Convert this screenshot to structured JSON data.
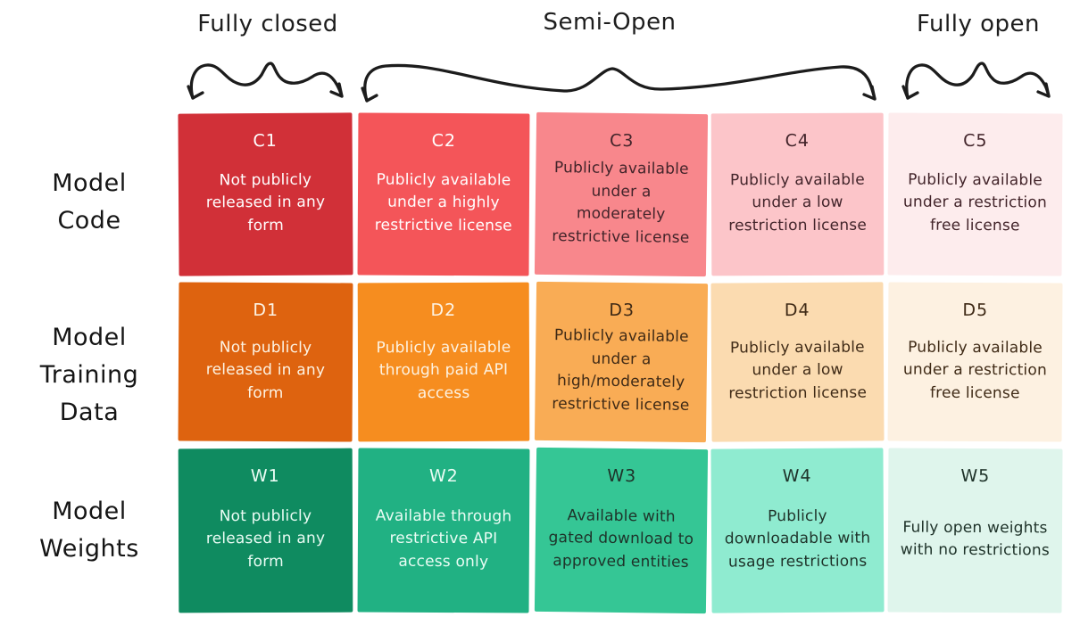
{
  "header": {
    "groups": [
      {
        "id": "fully-closed",
        "label": "Fully closed"
      },
      {
        "id": "semi-open",
        "label": "Semi-Open"
      },
      {
        "id": "fully-open",
        "label": "Fully open"
      }
    ]
  },
  "rows": [
    {
      "label": "Model Code",
      "cells": [
        {
          "code": "C1",
          "text": "Not publicly released in any form",
          "bg": "#D13038",
          "fg": "#FFFFFF"
        },
        {
          "code": "C2",
          "text": "Publicly available under a highly restrictive license",
          "bg": "#F45559",
          "fg": "#FFFFFF"
        },
        {
          "code": "C3",
          "text": "Publicly available under a moderately restrictive license",
          "bg": "#F8878C",
          "fg": "#42242A"
        },
        {
          "code": "C4",
          "text": "Publicly available under a low restriction license",
          "bg": "#FCC5C9",
          "fg": "#42242A"
        },
        {
          "code": "C5",
          "text": "Publicly available under a restriction free license",
          "bg": "#FDECED",
          "fg": "#42242A"
        }
      ]
    },
    {
      "label": "Model Training Data",
      "cells": [
        {
          "code": "D1",
          "text": "Not publicly released in any form",
          "bg": "#DE630F",
          "fg": "#FDF3E3"
        },
        {
          "code": "D2",
          "text": "Publicly available through paid API access",
          "bg": "#F68D1F",
          "fg": "#FDF3E3"
        },
        {
          "code": "D3",
          "text": "Publicly available under a high/moderately restrictive license",
          "bg": "#F9AC55",
          "fg": "#3F2A16"
        },
        {
          "code": "D4",
          "text": "Publicly available under a low restriction license",
          "bg": "#FBDBB0",
          "fg": "#3F2A16"
        },
        {
          "code": "D5",
          "text": "Publicly available under a restriction free license",
          "bg": "#FDF1E1",
          "fg": "#3F2A16"
        }
      ]
    },
    {
      "label": "Model Weights",
      "cells": [
        {
          "code": "W1",
          "text": "Not publicly released in any form",
          "bg": "#0F8B60",
          "fg": "#EAFCF4"
        },
        {
          "code": "W2",
          "text": "Available through restrictive API access only",
          "bg": "#21B183",
          "fg": "#EAFCF4"
        },
        {
          "code": "W3",
          "text": "Available with gated download to approved entities",
          "bg": "#35C695",
          "fg": "#1E3229"
        },
        {
          "code": "W4",
          "text": "Publicly downloadable with usage restrictions",
          "bg": "#8FEBD0",
          "fg": "#1E3229"
        },
        {
          "code": "W5",
          "text": "Fully open weights with no restrictions",
          "bg": "#DFF5EC",
          "fg": "#1E3229"
        }
      ]
    }
  ],
  "colors": {
    "ink": "#1C1C1C",
    "background": "#FFFFFF"
  }
}
